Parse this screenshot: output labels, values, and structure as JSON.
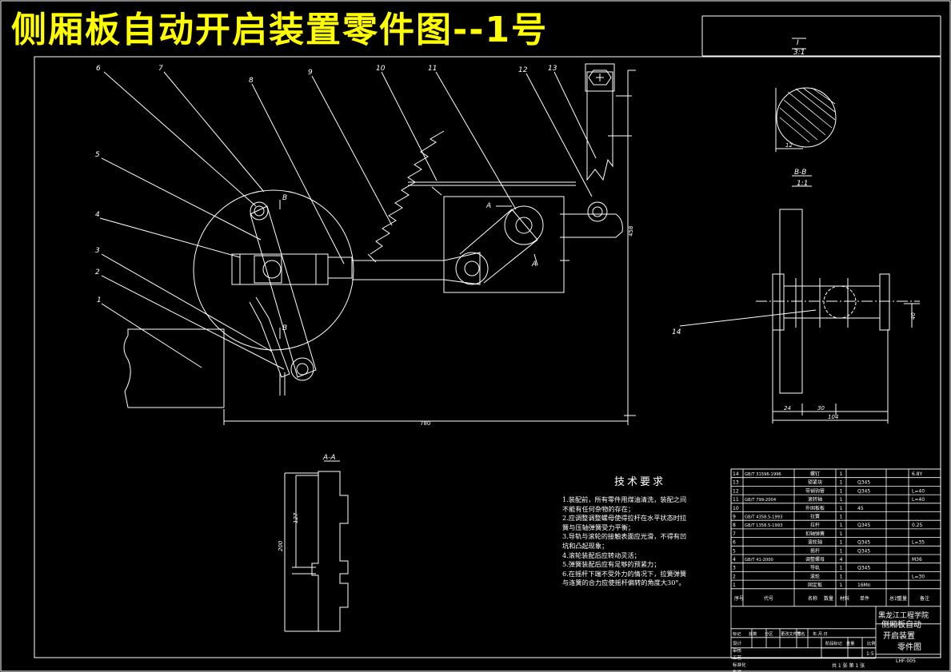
{
  "title": "侧厢板自动开启装置零件图--1号",
  "callouts": [
    "1",
    "2",
    "3",
    "4",
    "5",
    "6",
    "7",
    "8",
    "9",
    "10",
    "11",
    "12",
    "13",
    "14"
  ],
  "section_labels": {
    "detail": "I",
    "detail_scale": "3:1",
    "bb": "B-B",
    "bb_scale": "1:1",
    "aa": "A-A",
    "a_mark": "A",
    "b_mark": "B"
  },
  "dimensions": {
    "overall_length": "780",
    "height": "458",
    "detail_dia": "12",
    "bb_left": "24",
    "bb_mid": "30",
    "bb_total": "104",
    "bb_height": "40",
    "aa_height": "200",
    "aa_upper": "127"
  },
  "technical_requirements": {
    "heading": "技术要求",
    "items": [
      "1.装配前，所有零件用煤油清洗，装配之间",
      "   不能有任何杂物的存在；",
      "2.应调整调整螺母使得拉杆在水平状态时拉",
      "   簧与压轴弹簧受力平衡；",
      "3.导轨与滚轮的接触表面应光滑，不得有凹",
      "   坑和凸起现象；",
      "4.滚轮装配后应转动灵活；",
      "5.弹簧装配后应有足够的预紧力；",
      "6.在摇杆下端不受外力的情况下，拉簧弹簧",
      "   与连簧的合力应使摇杆偏转的角度大30°。"
    ]
  },
  "bom": {
    "rows": [
      [
        "14",
        "GB/T 31596-1996",
        "螺钉",
        "1",
        "",
        "6.8Y"
      ],
      [
        "13",
        "",
        "锁紧块",
        "1",
        "Q345",
        ""
      ],
      [
        "12",
        "",
        "带销钩管",
        "1",
        "Q345",
        "L=40"
      ],
      [
        "11",
        "GB/T 799-2004",
        "滚转轴",
        "1",
        "",
        "L=40"
      ],
      [
        "10",
        "",
        "外固板板",
        "1",
        "45",
        ""
      ],
      [
        "9",
        "GB/T 4358.5-1993",
        "拉簧",
        "1",
        "",
        ""
      ],
      [
        "8",
        "GB/T 1358.5-1993",
        "拉杆",
        "1",
        "Q345",
        "0.25"
      ],
      [
        "7",
        "",
        "扣轴弹簧",
        "1",
        "",
        ""
      ],
      [
        "6",
        "",
        "滚轮轴",
        "1",
        "Q345",
        "L=35"
      ],
      [
        "5",
        "",
        "摇杆",
        "1",
        "Q345",
        ""
      ],
      [
        "4",
        "GB/T 41-2000",
        "调整螺母",
        "4",
        "",
        "M36"
      ],
      [
        "3",
        "",
        "导轨",
        "1",
        "Q345",
        ""
      ],
      [
        "2",
        "",
        "滚轮",
        "1",
        "",
        "L=30"
      ],
      [
        "1",
        "",
        "固定板",
        "1",
        "16Mn",
        ""
      ]
    ],
    "header": [
      "序号",
      "代号",
      "名称",
      "数量",
      "材料",
      "单件",
      "总计",
      "重量",
      "备注"
    ],
    "school": "黑龙江工程学院",
    "drawing_title": "侧厢板自动开启装置零件图",
    "drawing_no": "LHF-005",
    "scale": "1:5",
    "sheet": "共 1 张  第 1 张",
    "rev_cols": [
      "标记",
      "处数",
      "分区",
      "更改文件号",
      "签名",
      "年.月.日"
    ],
    "roles": [
      "设计",
      "审核",
      "工艺",
      "标准化",
      "批准"
    ],
    "stage_cols": [
      "阶段标记",
      "重量",
      "比例"
    ]
  }
}
